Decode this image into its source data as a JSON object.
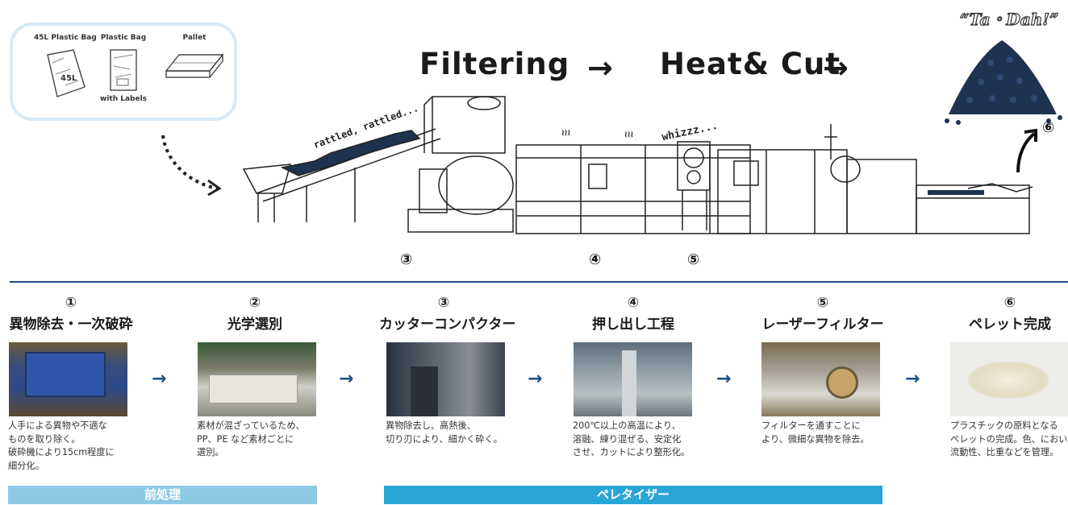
{
  "illustration": {
    "inputs": [
      {
        "label": "45L Plastic Bag",
        "mark": "45L",
        "sub": ""
      },
      {
        "label": "Plastic Bag",
        "mark": "",
        "sub": "with Labels"
      },
      {
        "label": "Pallet",
        "mark": "",
        "sub": ""
      }
    ],
    "stage_filtering": "Filtering",
    "stage_heatcut": "Heat& Cut",
    "arrow": "→",
    "tadah": "“Ta・Dah!”",
    "sfx_rattled": "rattled, rattled...",
    "sfx_whizz": "whizzz...",
    "sfx_steam": "≀≀≀",
    "markers": [
      "③",
      "④",
      "⑤",
      "⑥"
    ]
  },
  "steps": [
    {
      "num": "①",
      "title": "異物除去・一次破砕",
      "desc": "人手による異物や不適な\nものを取り除く。\n破砕機により15cm程度に\n細分化。",
      "photo": "crusher"
    },
    {
      "num": "②",
      "title": "光学選別",
      "desc": "素材が混ざっているため、\nPP、PE など素材ごとに\n選別。",
      "photo": "sorter"
    },
    {
      "num": "③",
      "title": "カッターコンパクター",
      "desc": "異物除去し、高熱後、\n切り刃により、細かく砕く。",
      "photo": "compactor"
    },
    {
      "num": "④",
      "title": "押し出し工程",
      "desc": "200℃以上の高温により、\n溶融、練り混ぜる、安定化\nさせ、カットにより整形化。",
      "photo": "extruder"
    },
    {
      "num": "⑤",
      "title": "レーザーフィルター",
      "desc": "フィルターを通すことに\nより、微細な異物を除去。",
      "photo": "filter"
    },
    {
      "num": "⑥",
      "title": "ペレット完成",
      "desc": "プラスチックの原料となる\nペレットの完成。色、におい\n流動性、比重などを管理。",
      "photo": "pellets"
    }
  ],
  "step_arrow": "→",
  "phases": [
    {
      "label": "前処理",
      "color": "#8ecae6"
    },
    {
      "label": "ペレタイザー",
      "color": "#2aa6d6"
    }
  ],
  "colors": {
    "divider": "#1f4f86",
    "arrow": "#1f4f86",
    "pellet": "#1e3350"
  }
}
